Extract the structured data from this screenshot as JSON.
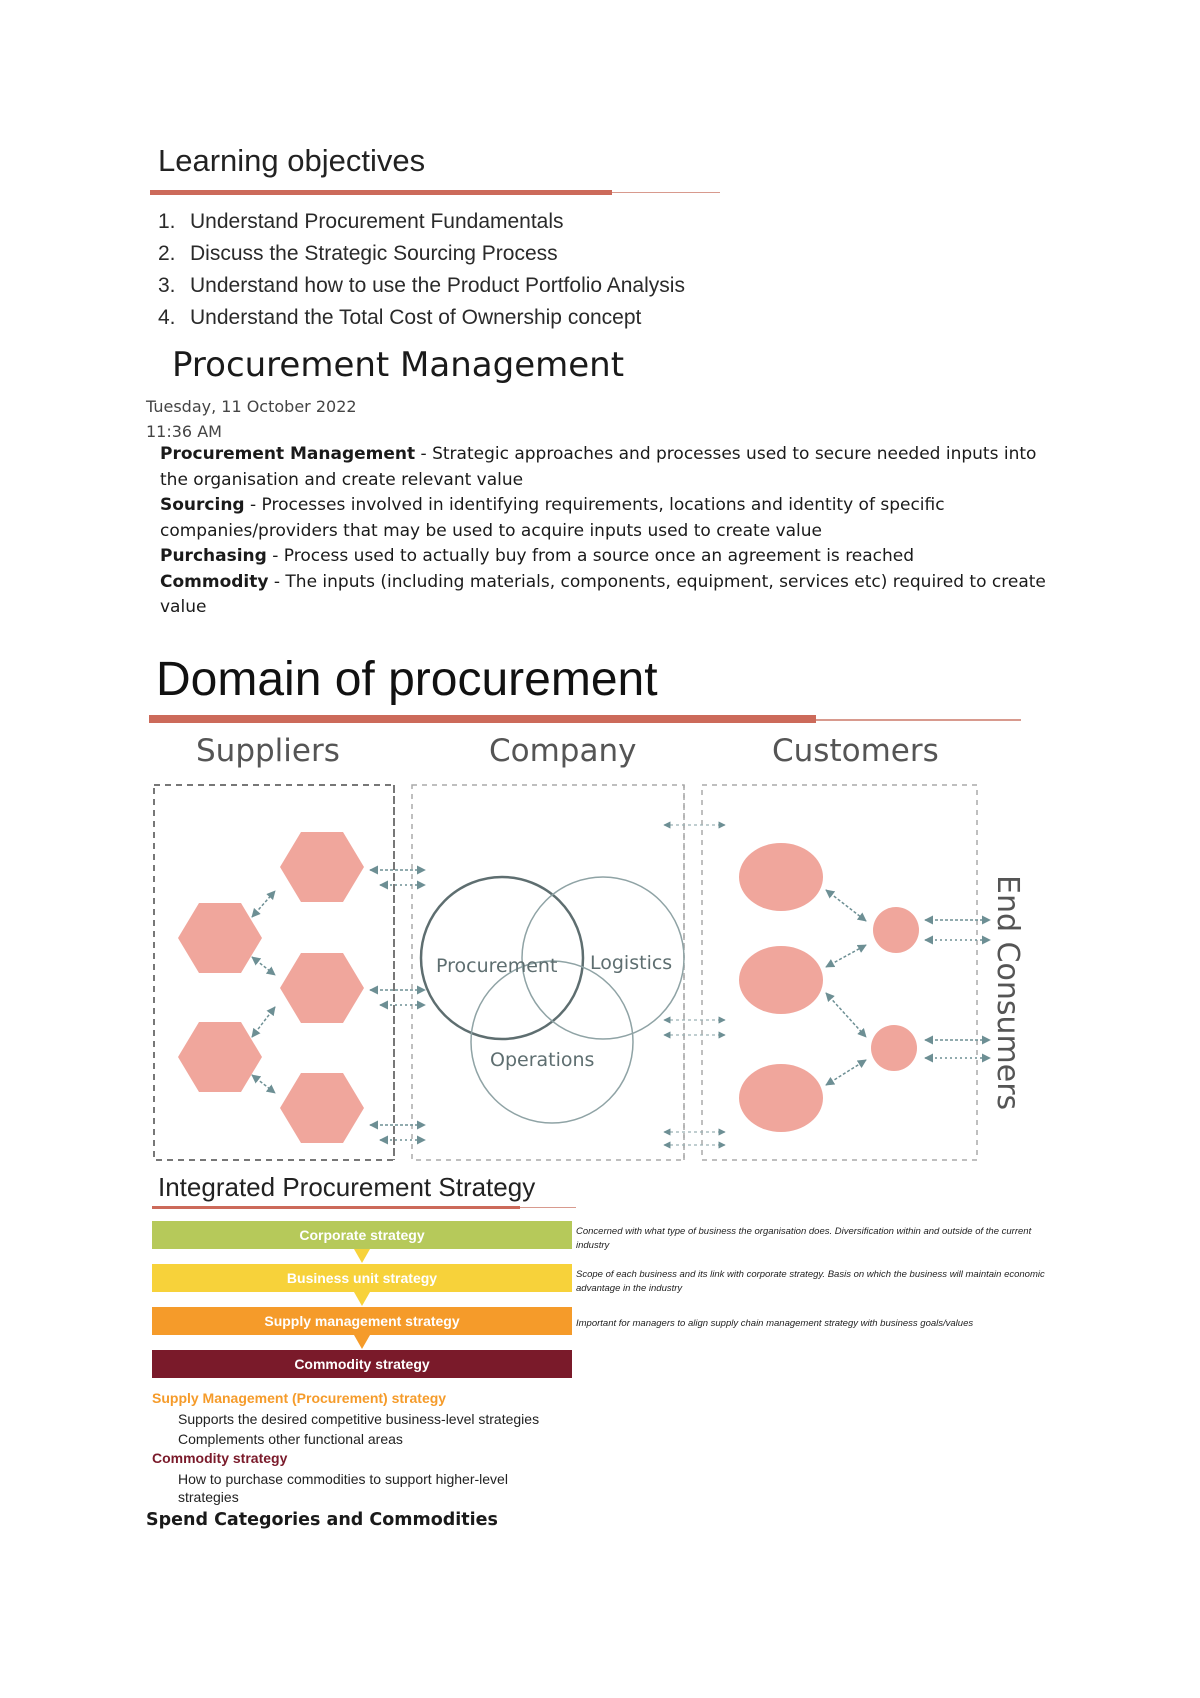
{
  "learning_objectives": {
    "title": "Learning objectives",
    "items": [
      {
        "num": "1.",
        "text": "Understand Procurement Fundamentals"
      },
      {
        "num": "2.",
        "text": "Discuss the Strategic Sourcing Process"
      },
      {
        "num": "3.",
        "text": "Understand how to use the Product Portfolio Analysis"
      },
      {
        "num": "4.",
        "text": "Understand the Total Cost of Ownership concept"
      }
    ]
  },
  "procurement_management": {
    "title": "Procurement Management",
    "date": "Tuesday, 11 October 2022",
    "time": "11:36 AM",
    "definitions": [
      {
        "term": "Procurement Management",
        "text": " - Strategic approaches and processes used to secure needed inputs into the organisation and create relevant value"
      },
      {
        "term": "Sourcing",
        "text": " - Processes involved in identifying requirements, locations and identity of specific companies/providers that may be used to acquire inputs used to create value"
      },
      {
        "term": "Purchasing",
        "text": " - Process used to actually buy from a source once an agreement is reached"
      },
      {
        "term": "Commodity",
        "text": " - The inputs (including materials, components, equipment, services etc) required to create value"
      }
    ]
  },
  "domain": {
    "title": "Domain of procurement",
    "columns": {
      "suppliers": "Suppliers",
      "company": "Company",
      "customers": "Customers"
    },
    "circles": {
      "procurement": "Procurement",
      "logistics": "Logistics",
      "operations": "Operations"
    },
    "end_consumers": "End Consumers",
    "colors": {
      "accent": "#cc6a5a",
      "shape_fill": "#f0a69c",
      "circle_stroke": "#5e6e70",
      "arrow": "#6d8f94"
    }
  },
  "integrated_strategy": {
    "title": "Integrated Procurement Strategy",
    "levels": [
      {
        "label": "Corporate strategy",
        "color": "#b6c95a",
        "note": "Concerned with what type of business the organisation does. Diversification within and outside of the current industry"
      },
      {
        "label": "Business unit strategy",
        "color": "#f7d23a",
        "note": "Scope of each business and its link with corporate strategy. Basis on which the business will maintain economic advantage in the industry"
      },
      {
        "label": "Supply management strategy",
        "color": "#f59b2a",
        "note": "Important for managers to align supply chain management strategy with business goals/values"
      },
      {
        "label": "Commodity strategy",
        "color": "#7a1a2a",
        "note": ""
      }
    ],
    "details": [
      {
        "heading": "Supply Management (Procurement) strategy",
        "heading_color": "#f59b2a",
        "items": [
          "Supports the desired competitive business-level strategies",
          "Complements other functional areas"
        ]
      },
      {
        "heading": "Commodity strategy",
        "heading_color": "#7a1a2a",
        "items": [
          "How to purchase commodities to support higher-level strategies"
        ]
      }
    ]
  },
  "spend": {
    "title": "Spend Categories and Commodities"
  }
}
